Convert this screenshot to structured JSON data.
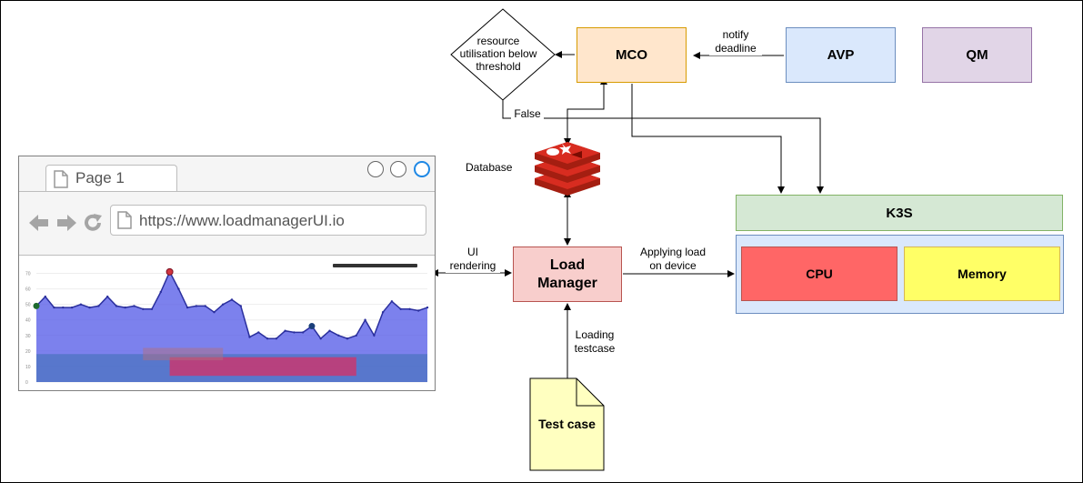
{
  "nodes": {
    "mco": "MCO",
    "avp": "AVP",
    "qm": "QM",
    "k3s": "K3S",
    "cpu": "CPU",
    "memory": "Memory",
    "load_manager": [
      "Load",
      "Manager"
    ],
    "test_case": "Test case",
    "database": "Database",
    "decision": [
      "resource",
      "utilisation below",
      "threshold"
    ]
  },
  "edges": {
    "notify": [
      "notify",
      "deadline"
    ],
    "false": "False",
    "ui_rendering": [
      "UI",
      "rendering"
    ],
    "applying_load": [
      "Applying load",
      "on device"
    ],
    "loading_testcase": [
      "Loading",
      "testcase"
    ]
  },
  "browser": {
    "tab_label": "Page 1",
    "url": "https://www.loadmanagerUI.io"
  },
  "chart_data": {
    "type": "area",
    "y_ticks": [
      "70",
      "60",
      "50",
      "40",
      "30",
      "20",
      "10",
      "0"
    ],
    "ylim": [
      0,
      75
    ],
    "series": [
      {
        "values": [
          49,
          55,
          48,
          48,
          48,
          50,
          48,
          49,
          55,
          49,
          48,
          49,
          47,
          47,
          58,
          71,
          60,
          48,
          49,
          49,
          45,
          50,
          53,
          49,
          29,
          32,
          28,
          28,
          33,
          32,
          32,
          36,
          28,
          33,
          30,
          28,
          30,
          40,
          30,
          45,
          52,
          47,
          47,
          46,
          48
        ]
      },
      {
        "values": [
          18,
          18,
          18,
          18,
          18,
          18,
          18,
          18,
          18,
          18,
          18,
          18,
          18,
          18,
          18,
          18,
          18,
          18,
          18,
          18,
          18,
          18,
          18,
          18,
          18,
          18,
          18,
          18,
          18,
          18,
          18,
          18,
          18,
          18,
          18,
          18,
          18,
          18,
          18,
          18,
          18,
          18,
          18,
          18,
          18
        ]
      }
    ],
    "colors": {
      "area": "#5b62e8",
      "line": "#2a2f9e",
      "highlight": "#d0343f",
      "band": "#d0336a"
    }
  }
}
